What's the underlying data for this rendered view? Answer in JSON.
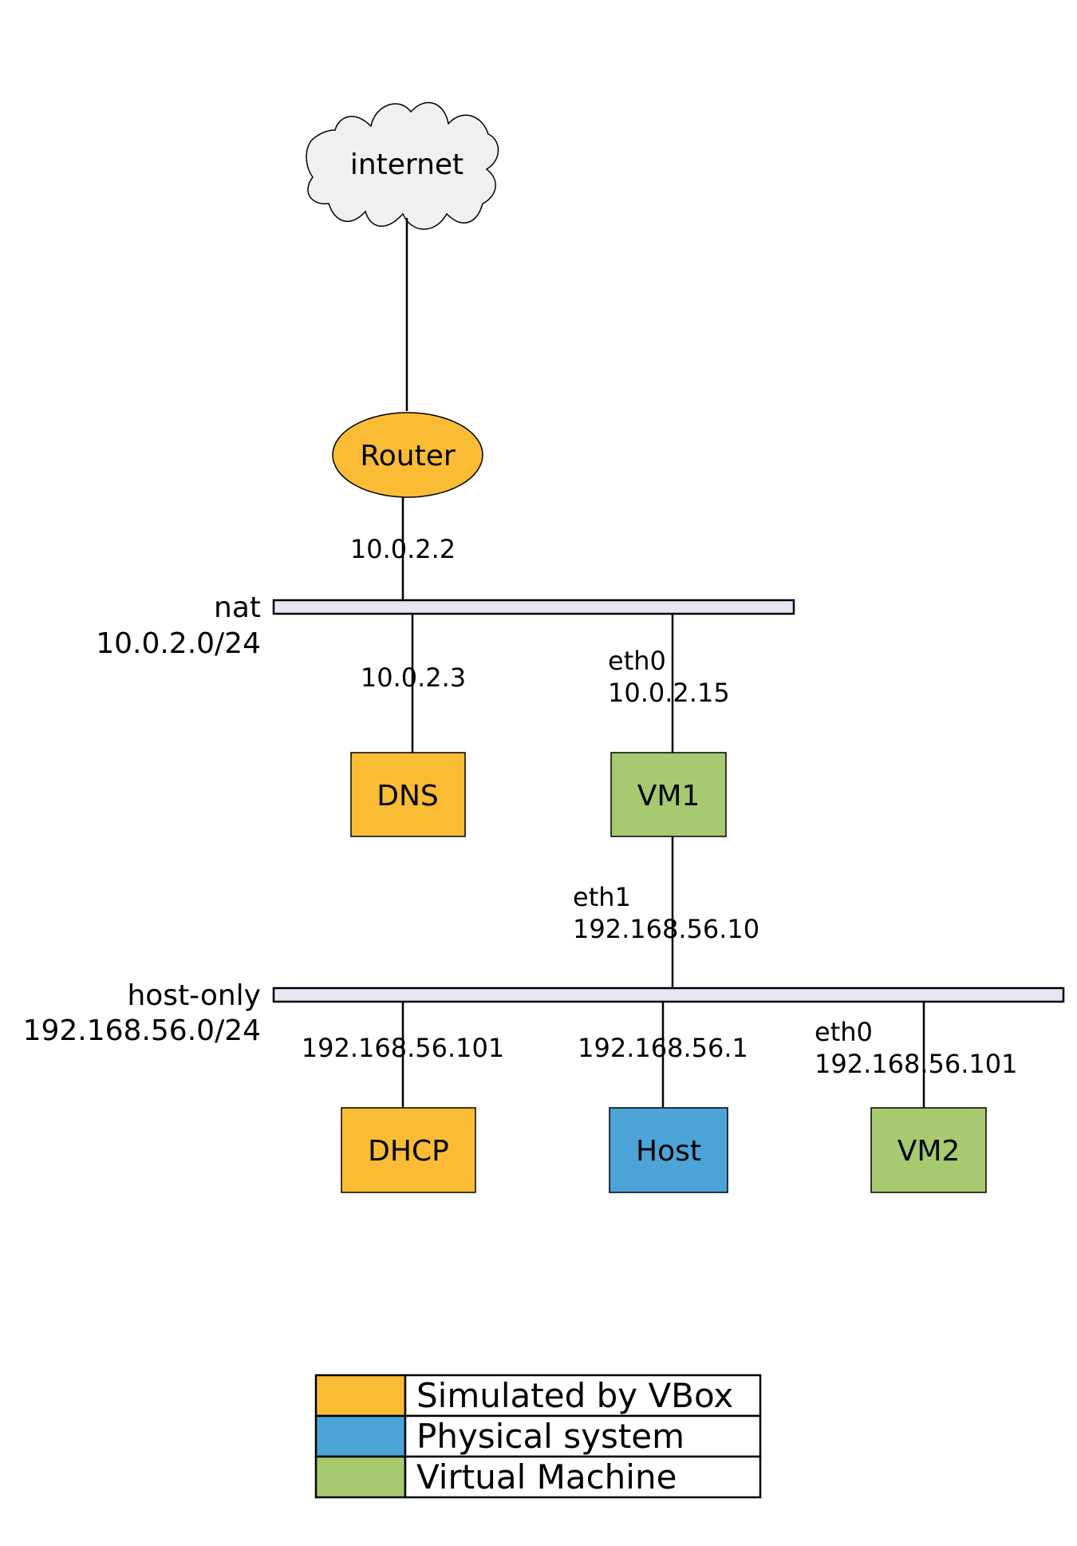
{
  "colors": {
    "simulated": "#f9bc34",
    "physical": "#4ba3d6",
    "virtual": "#a7c96f",
    "cloud_fill": "#f0f0f0",
    "bus_fill": "#e6e6f4"
  },
  "cloud": {
    "label": "internet",
    "icon": "cloud-icon"
  },
  "router": {
    "label": "Router",
    "ip": "10.0.2.2"
  },
  "nat_network": {
    "name": "nat",
    "subnet": "10.0.2.0/24"
  },
  "dns": {
    "label": "DNS",
    "ip": "10.0.2.3"
  },
  "vm1": {
    "label": "VM1",
    "eth0_name": "eth0",
    "eth0_ip": "10.0.2.15",
    "eth1_name": "eth1",
    "eth1_ip": "192.168.56.10"
  },
  "hostonly_network": {
    "name": "host-only",
    "subnet": "192.168.56.0/24"
  },
  "dhcp": {
    "label": "DHCP",
    "ip": "192.168.56.101"
  },
  "host": {
    "label": "Host",
    "ip": "192.168.56.1"
  },
  "vm2": {
    "label": "VM2",
    "eth0_name": "eth0",
    "eth0_ip": "192.168.56.101"
  },
  "legend": {
    "items": [
      {
        "label": "Simulated by VBox",
        "color": "#f9bc34"
      },
      {
        "label": "Physical system",
        "color": "#4ba3d6"
      },
      {
        "label": "Virtual Machine",
        "color": "#a7c96f"
      }
    ]
  }
}
